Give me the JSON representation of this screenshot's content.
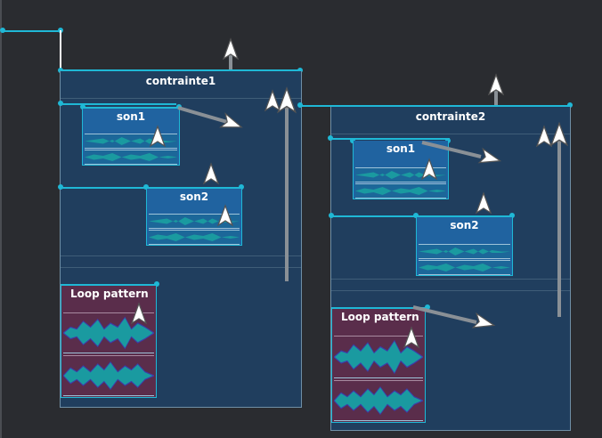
{
  "scenario": {
    "constraints": [
      {
        "title": "contrainte1",
        "processes": [
          {
            "title": "son1",
            "kind": "sound"
          },
          {
            "title": "son2",
            "kind": "sound"
          },
          {
            "title": "Loop pattern",
            "kind": "loop"
          }
        ]
      },
      {
        "title": "contrainte2",
        "processes": [
          {
            "title": "son1",
            "kind": "sound"
          },
          {
            "title": "son2",
            "kind": "sound"
          },
          {
            "title": "Loop pattern",
            "kind": "loop"
          }
        ]
      }
    ]
  },
  "colors": {
    "background": "#2a2c30",
    "timeline": "#1fb8d6",
    "constraint_body": "#203e5e",
    "sound_process": "#2063a0",
    "loop_process": "#5a2d4b",
    "waveform": "#1a9aa0"
  }
}
